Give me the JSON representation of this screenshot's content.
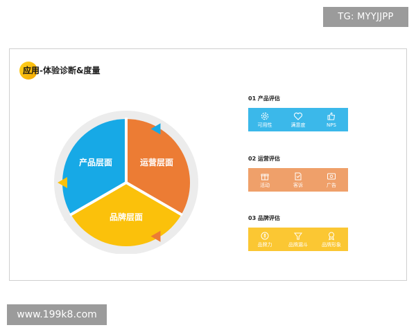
{
  "watermarks": {
    "top": "TG: MYYJJPP",
    "bottom": "www.199k8.com"
  },
  "slide": {
    "title_prefix": "应用",
    "title_rest": "-体验诊断&度量"
  },
  "diagram": {
    "segments": [
      {
        "label": "产品层面",
        "color": "#17a9e6"
      },
      {
        "label": "运营层面",
        "color": "#ec7c34"
      },
      {
        "label": "品牌层面",
        "color": "#fbc10b"
      }
    ],
    "arrow_ring_color": "#ececec"
  },
  "sections": [
    {
      "title": "01 产品评估",
      "color": "#3bb8ea",
      "items": [
        {
          "label": "可用性",
          "icon": "gear-icon"
        },
        {
          "label": "满意度",
          "icon": "heart-icon"
        },
        {
          "label": "NPS",
          "icon": "thumbs-up-icon"
        }
      ]
    },
    {
      "title": "02 运营评估",
      "color": "#efa06a",
      "items": [
        {
          "label": "活动",
          "icon": "gift-icon"
        },
        {
          "label": "客诉",
          "icon": "complaint-doc-icon"
        },
        {
          "label": "广告",
          "icon": "ad-icon"
        }
      ]
    },
    {
      "title": "03 品牌评估",
      "color": "#fbc733",
      "items": [
        {
          "label": "品牌力",
          "icon": "brand-power-icon"
        },
        {
          "label": "品牌漏斗",
          "icon": "funnel-icon"
        },
        {
          "label": "品牌形象",
          "icon": "badge-icon"
        }
      ]
    }
  ]
}
